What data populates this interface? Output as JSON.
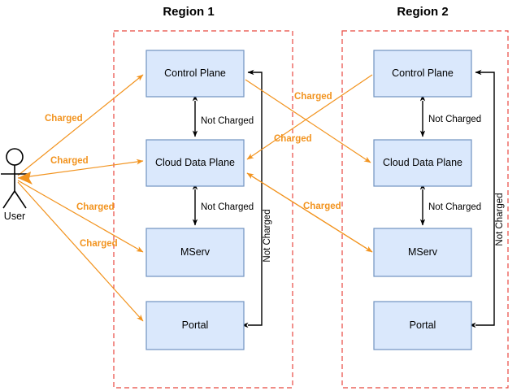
{
  "diagram": {
    "title_region1": "Region 1",
    "title_region2": "Region 2",
    "actor": {
      "label": "User"
    },
    "colors": {
      "node_fill": "#dae8fc",
      "node_stroke": "#7093c0",
      "region_stroke": "#e8483f",
      "charged_edge": "#f2931e",
      "not_charged_edge": "#000000"
    },
    "region1": {
      "name": "Region 1",
      "nodes": [
        {
          "id": "r1-control-plane",
          "label": "Control Plane"
        },
        {
          "id": "r1-cloud-data-plane",
          "label": "Cloud Data Plane"
        },
        {
          "id": "r1-mserv",
          "label": "MServ"
        },
        {
          "id": "r1-portal",
          "label": "Portal"
        }
      ],
      "internal_edges": [
        {
          "id": "r1-cp-cdp",
          "label": "Not Charged"
        },
        {
          "id": "r1-cdp-mserv",
          "label": "Not Charged"
        },
        {
          "id": "r1-portal-cp",
          "label": "Not Charged"
        }
      ]
    },
    "region2": {
      "name": "Region 2",
      "nodes": [
        {
          "id": "r2-control-plane",
          "label": "Control Plane"
        },
        {
          "id": "r2-cloud-data-plane",
          "label": "Cloud Data Plane"
        },
        {
          "id": "r2-mserv",
          "label": "MServ"
        },
        {
          "id": "r2-portal",
          "label": "Portal"
        }
      ],
      "internal_edges": [
        {
          "id": "r2-cp-cdp",
          "label": "Not Charged"
        },
        {
          "id": "r2-cdp-mserv",
          "label": "Not Charged"
        },
        {
          "id": "r2-portal-cp",
          "label": "Not Charged"
        }
      ]
    },
    "user_edges": [
      {
        "id": "user-to-r1-control-plane",
        "label": "Charged"
      },
      {
        "id": "user-to-r1-cloud-data-plane",
        "label": "Charged"
      },
      {
        "id": "user-to-r1-mserv",
        "label": "Charged"
      },
      {
        "id": "user-to-r1-portal",
        "label": "Charged"
      }
    ],
    "cross_region_edges": [
      {
        "id": "r1-cp-to-r2-cdp",
        "label": "Charged"
      },
      {
        "id": "r2-cp-to-r1-cdp",
        "label": "Charged"
      },
      {
        "id": "r1-cdp-to-r2-mserv",
        "label": "Charged"
      }
    ]
  }
}
